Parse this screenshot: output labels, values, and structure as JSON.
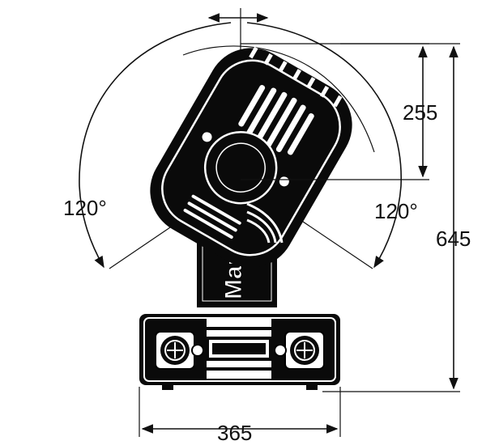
{
  "dimensions": {
    "angle_left": "120°",
    "angle_right": "120°",
    "head_offset": "255",
    "total_height": "645",
    "base_width": "365"
  },
  "branding": {
    "logo_text": "Martin"
  },
  "colors": {
    "ink": "#0a0a0a",
    "paper": "#ffffff"
  }
}
